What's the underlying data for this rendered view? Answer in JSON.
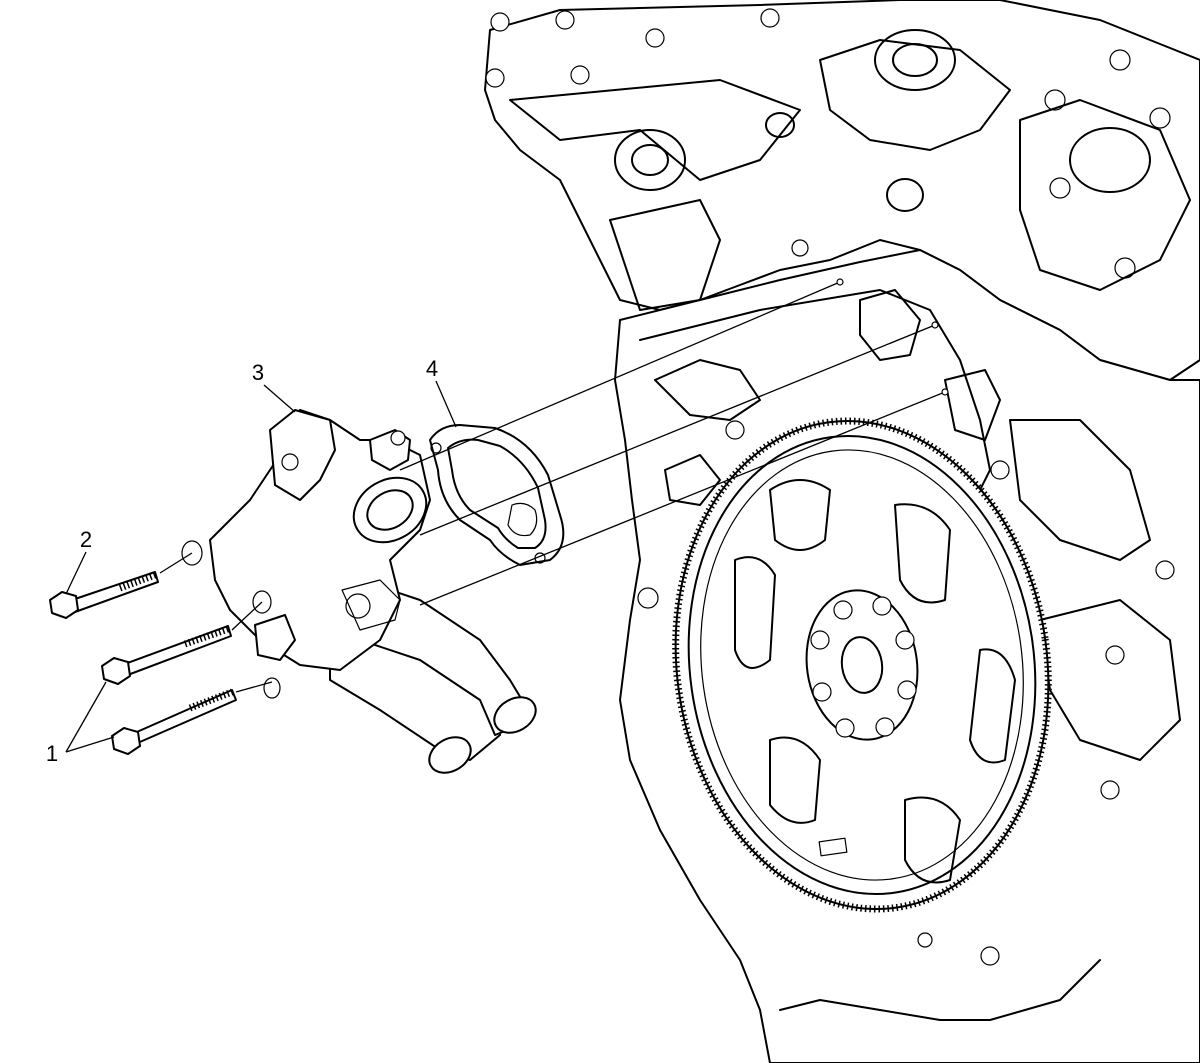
{
  "callouts": [
    {
      "id": "1",
      "label": "1"
    },
    {
      "id": "2",
      "label": "2"
    },
    {
      "id": "3",
      "label": "3"
    },
    {
      "id": "4",
      "label": "4"
    }
  ],
  "icons": {
    "main_component": "engine-block-icon",
    "flywheel": "flywheel-icon",
    "housing": "thermostat-housing-icon",
    "gasket": "gasket-icon",
    "bolts": "bolt-icon"
  },
  "colors": {
    "line": "#000000",
    "background": "#ffffff"
  }
}
